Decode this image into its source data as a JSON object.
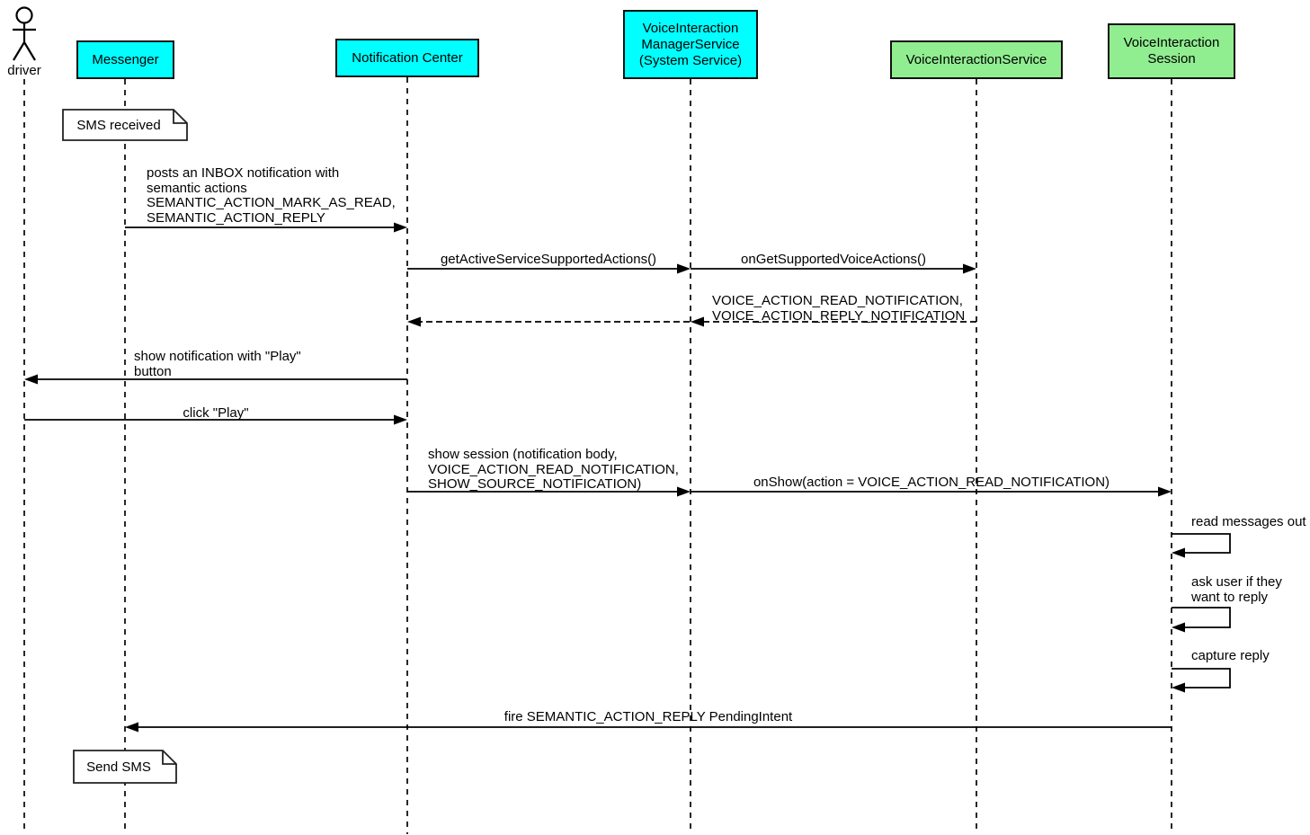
{
  "colors": {
    "participant_cyan": "#00FFFF",
    "participant_green": "#90EE90",
    "line_color": "#000000",
    "note_background": "#FFFFFF"
  },
  "actor": {
    "label": "driver"
  },
  "participants": [
    {
      "label": "Messenger",
      "fill": "#00FFFF"
    },
    {
      "label": "Notification Center",
      "fill": "#00FFFF"
    },
    {
      "label": "VoiceInteraction\nManagerService\n(System Service)",
      "fill": "#00FFFF"
    },
    {
      "label": "VoiceInteractionService",
      "fill": "#90EE90"
    },
    {
      "label": "VoiceInteraction\nSession",
      "fill": "#90EE90"
    }
  ],
  "notes": [
    {
      "text": "SMS received"
    },
    {
      "text": "Send SMS"
    }
  ],
  "messages": [
    {
      "text": "posts an INBOX notification with\nsemantic actions\nSEMANTIC_ACTION_MARK_AS_READ,\nSEMANTIC_ACTION_REPLY"
    },
    {
      "text": "getActiveServiceSupportedActions()"
    },
    {
      "text": "onGetSupportedVoiceActions()"
    },
    {
      "text": "VOICE_ACTION_READ_NOTIFICATION,\nVOICE_ACTION_REPLY_NOTIFICATION"
    },
    {
      "text": "show notification with \"Play\"\nbutton"
    },
    {
      "text": "click \"Play\""
    },
    {
      "text": "show session (notification body,\nVOICE_ACTION_READ_NOTIFICATION,\nSHOW_SOURCE_NOTIFICATION)"
    },
    {
      "text": "onShow(action = VOICE_ACTION_READ_NOTIFICATION)"
    },
    {
      "text": "read messages out"
    },
    {
      "text": "ask user if they\nwant to reply"
    },
    {
      "text": "capture reply"
    },
    {
      "text": "fire SEMANTIC_ACTION_REPLY PendingIntent"
    }
  ]
}
